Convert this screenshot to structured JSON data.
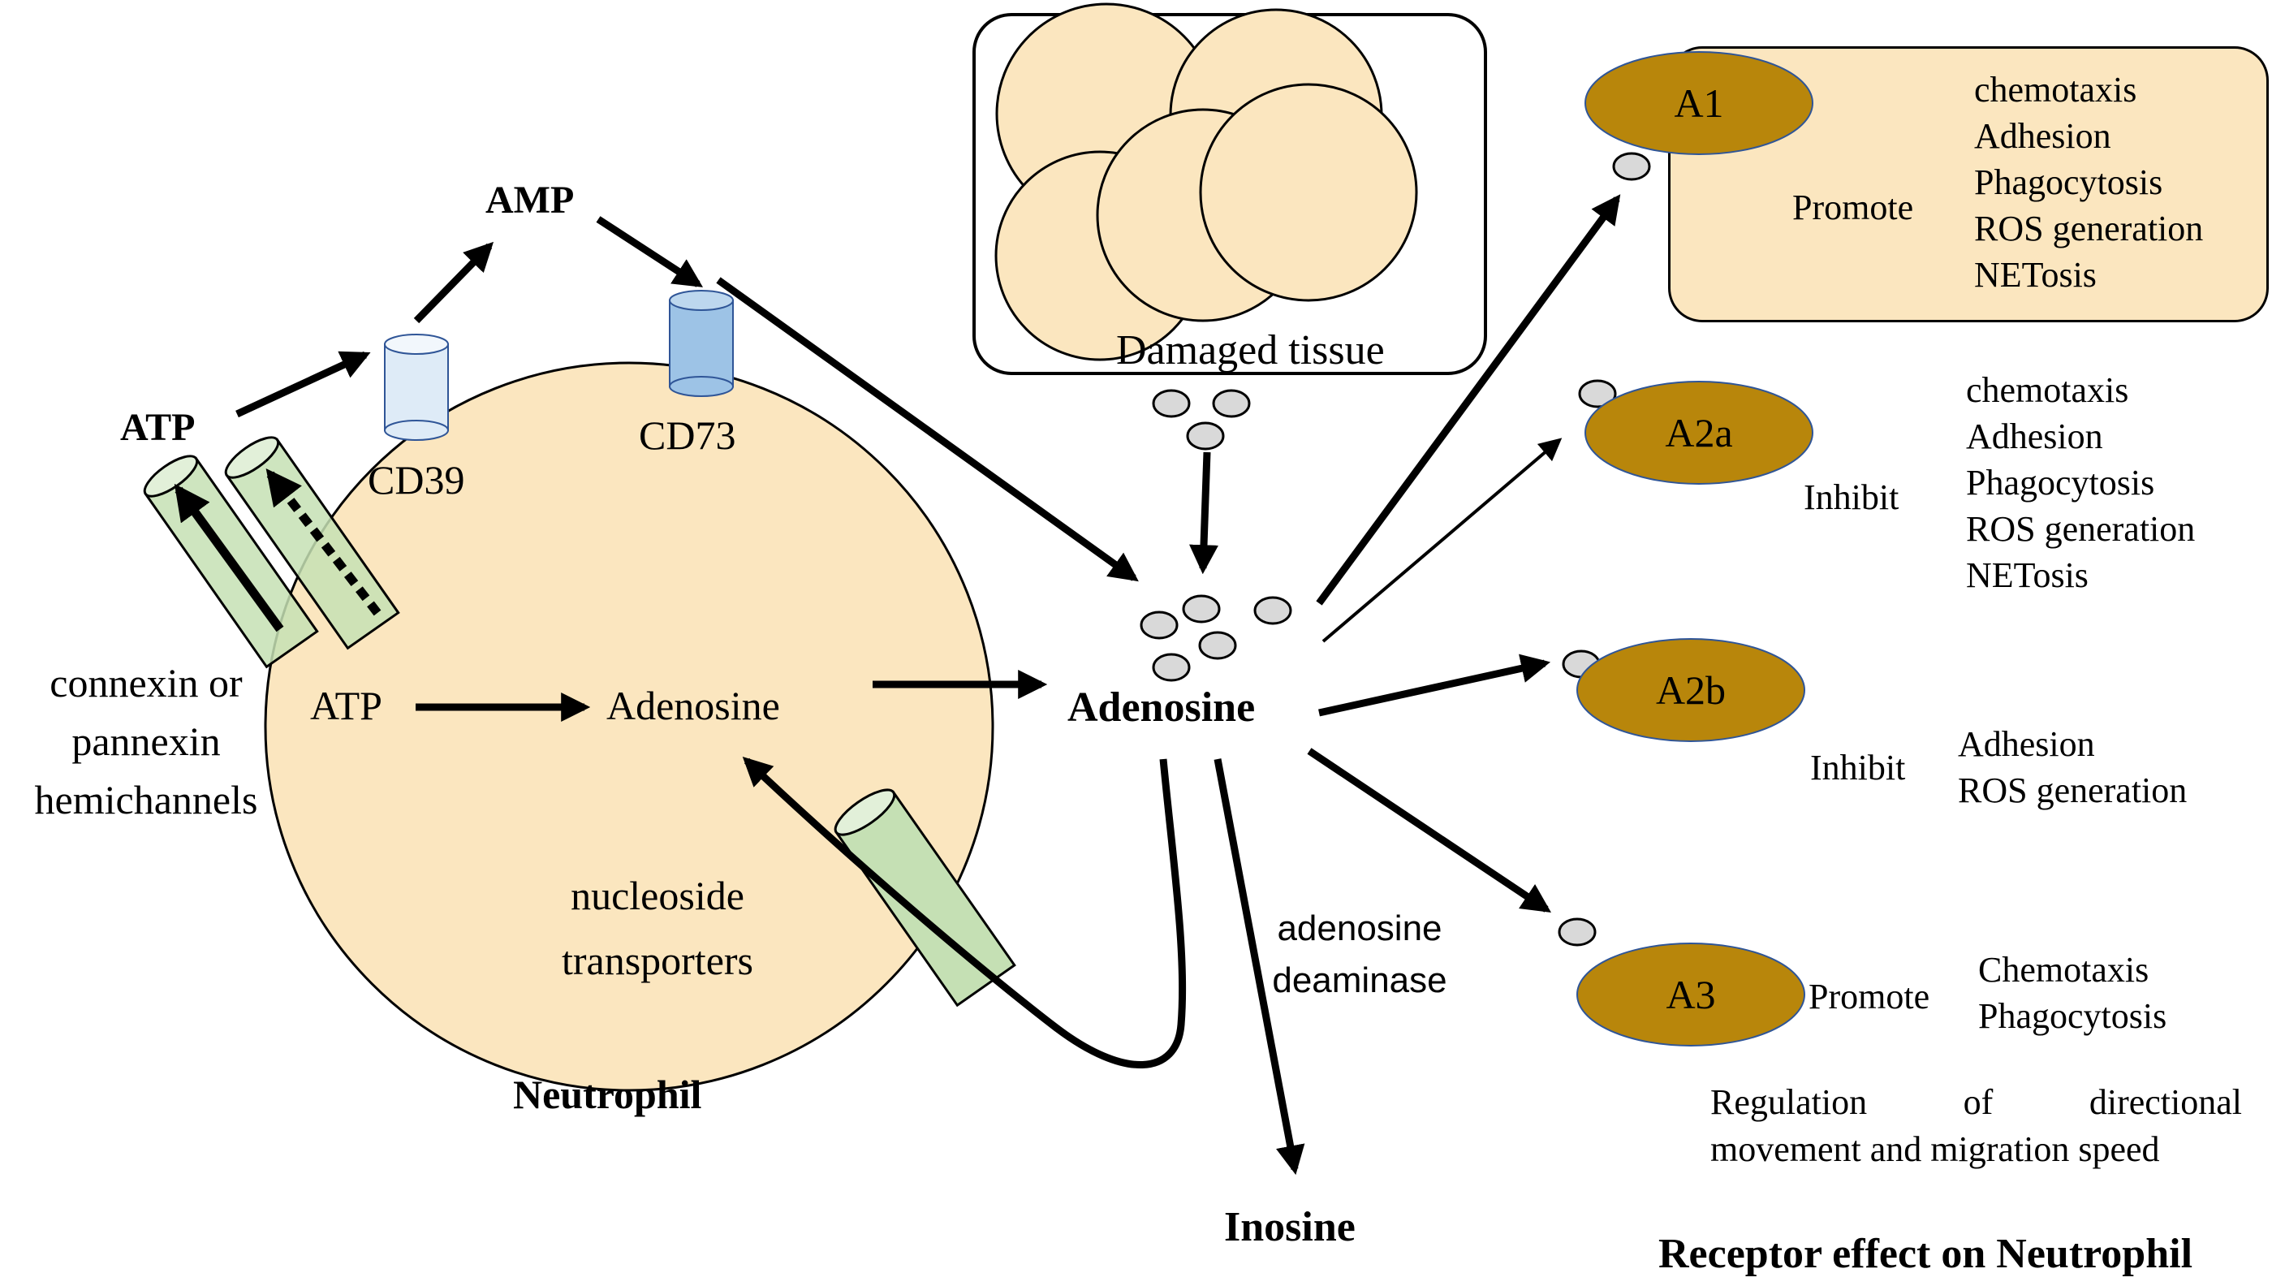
{
  "labels": {
    "atp_outside": "ATP",
    "amp": "AMP",
    "cd39": "CD39",
    "cd73": "CD73",
    "atp_inside": "ATP",
    "adenosine_inside": "Adenosine",
    "channels": [
      "connexin or",
      "pannexin",
      "hemichannels"
    ],
    "transporters": [
      "nucleoside",
      "transporters"
    ],
    "neutrophil": "Neutrophil",
    "damaged_tissue": "Damaged tissue",
    "adenosine_center": "Adenosine",
    "deaminase": [
      "adenosine",
      "deaminase"
    ],
    "inosine": "Inosine",
    "receptor_title": "Receptor effect on Neutrophil"
  },
  "receptors": [
    {
      "name": "A1",
      "action": "Promote",
      "effects": [
        "chemotaxis",
        "Adhesion",
        "Phagocytosis",
        "ROS generation",
        "NETosis"
      ]
    },
    {
      "name": "A2a",
      "action": "Inhibit",
      "effects": [
        "chemotaxis",
        "Adhesion",
        "Phagocytosis",
        "ROS generation",
        "NETosis"
      ]
    },
    {
      "name": "A2b",
      "action": "Inhibit",
      "effects": [
        "Adhesion",
        "ROS generation"
      ]
    },
    {
      "name": "A3",
      "action": "Promote",
      "effects": [
        "Chemotaxis",
        "Phagocytosis"
      ],
      "note": [
        "Regulation of directional",
        "movement and migration speed"
      ]
    }
  ],
  "colors": {
    "cell_fill": "#fbe6bf",
    "receptor_fill": "#b8860b",
    "channel_fill": "#c5e0b4",
    "cd39_fill": "#deebf7",
    "cd73_fill": "#9dc3e6",
    "molecule_fill": "#d9d9d9"
  }
}
